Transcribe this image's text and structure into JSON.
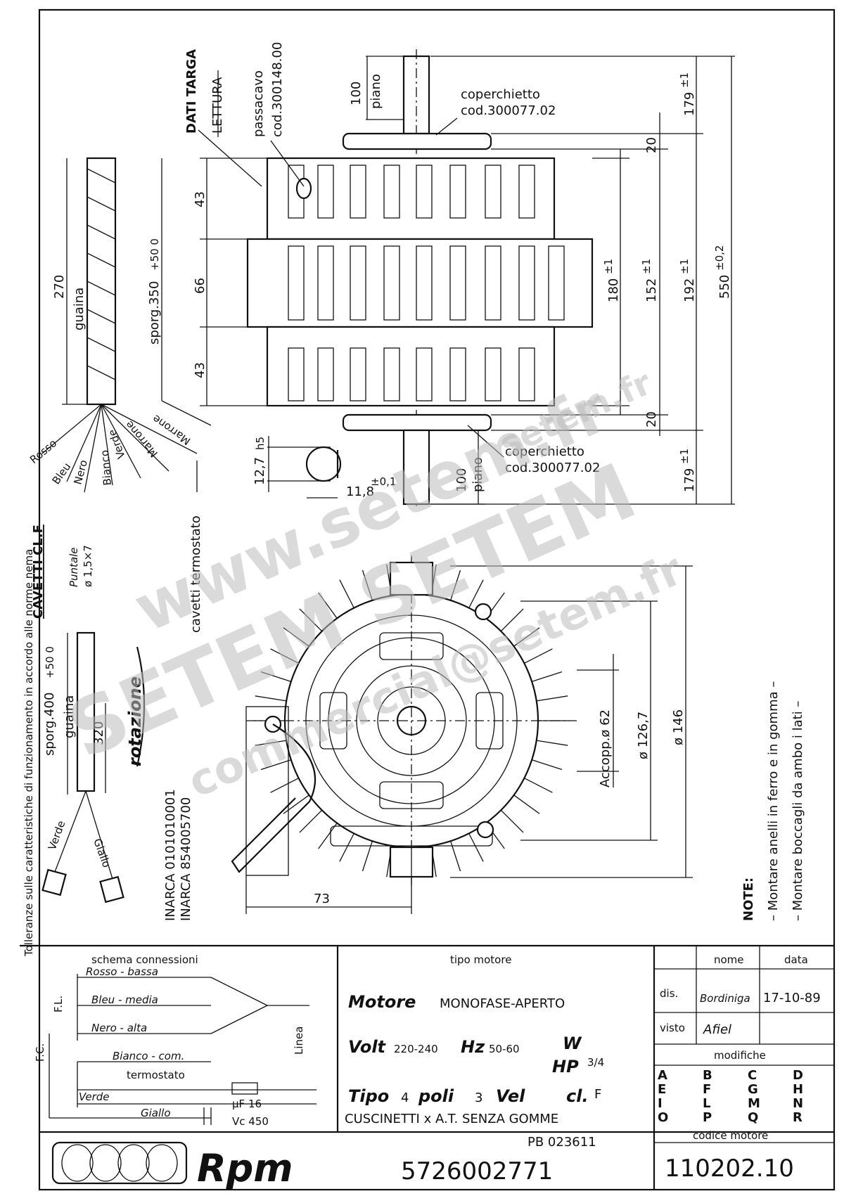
{
  "side_note": "Tolleranze sulle caratteristiche di funzionamento in accordo alle norme nema",
  "notes": {
    "title": "NOTE:",
    "lines": [
      "– Montare anelli in ferro e in gomma –",
      "– Montare boccagli da ambo i lati –"
    ]
  },
  "watermark": {
    "site": "www.setem.fr",
    "brand": "SETEM SETEM",
    "email": "commercial@setem.fr",
    "site_small": "setem.fr"
  },
  "side_view": {
    "dati_targa": "DATI TARGA",
    "lettura": "LETTURA",
    "passacavo": "passacavo",
    "passacavo_code": "cod.300148.00",
    "coperchietto_top": "coperchietto",
    "coperchietto_top_code": "cod.300077.02",
    "coperchietto_bottom": "coperchietto",
    "coperchietto_bottom_code": "cod.300077.02",
    "dim_100_top": "100",
    "piano_top": "piano",
    "dim_100_bottom": "100",
    "piano_bottom": "piano",
    "dim_43_top": "43",
    "dim_66": "66",
    "dim_43_bottom": "43",
    "dim_20_top": "20",
    "dim_20_bottom": "20",
    "dim_180": "180",
    "dim_180_tol": "±1",
    "dim_152": "152",
    "dim_152_tol": "±1",
    "dim_192": "192",
    "dim_192_tol": "±1",
    "dim_550": "550",
    "dim_550_tol": "±0,2",
    "dim_179_top": "179",
    "dim_179_top_tol": "±1",
    "dim_179_bottom": "179",
    "dim_179_bottom_tol": "±1",
    "shaft_dia": "12,7",
    "shaft_dia_tol": "h5",
    "shaft_flat": "11,8",
    "shaft_flat_tol": "±0,1"
  },
  "cable": {
    "dim_270": "270",
    "guaina": "guaina",
    "sporg_350": "sporg.350",
    "sporg_350_tol": "+50 0",
    "wires": [
      "Rosso",
      "Bleu",
      "Nero",
      "Bianco",
      "Verde",
      "Marrone",
      "Marrone"
    ],
    "cavetti": "CAVETTI CL.F",
    "puntale": "Puntale",
    "puntale_size": "ø 1,5×7",
    "cavetti_termostato": "cavetti termostato"
  },
  "cable2": {
    "sporg_400": "sporg.400",
    "sporg_400_tol": "+50 0",
    "guaina": "guaina",
    "dim_320": "320",
    "verde": "Verde",
    "giallo": "Giallo",
    "rotazione": "rotazione",
    "inarca_1": "INARCA 0101010001",
    "inarca_2": "INARCA 854005700"
  },
  "front_view": {
    "dim_73": "73",
    "acopp": "Accopp.ø 62",
    "dia_126": "ø 126,7",
    "dia_146": "ø 146"
  },
  "title_block": {
    "schema": {
      "title": "schema  connessioni",
      "rosso": "Rosso - bassa",
      "bleu": "Bleu - media",
      "nero": "Nero - alta",
      "bianco": "Bianco - com.",
      "termostato": "termostato",
      "verde": "Verde",
      "giallo": "Giallo",
      "linea": "Linea",
      "fl": "F.L.",
      "fc": "F.C.",
      "uf": "μF 16",
      "vc": "Vc  450"
    },
    "tipo_motore": "tipo   motore",
    "motore_label": "Motore",
    "motore_value": "MONOFASE-APERTO",
    "volt_label": "Volt",
    "volt_value": "220-240",
    "hz_label": "Hz",
    "hz_value": "50-60",
    "w_label": "W",
    "hp_label": "HP",
    "hp_value": "3/4",
    "tipo_label": "Tipo",
    "tipo_value": "4",
    "poli_label": "poli",
    "poli_value": "3",
    "vel_label": "Vel",
    "cl_label": "cl.",
    "cl_value": "F",
    "cuscinetti": "CUSCINETTI x A.T.  SENZA GOMME",
    "nome": "nome",
    "data": "data",
    "dis": "dis.",
    "dis_name": "Bordiniga",
    "dis_date": "17-10-89",
    "visto": "visto",
    "visto_name": "Afiel",
    "modifiche": "modifiche",
    "modifiche_letters": [
      [
        "A",
        "B",
        "C",
        "D"
      ],
      [
        "E",
        "F",
        "G",
        "H"
      ],
      [
        "I",
        "L",
        "M",
        "N"
      ],
      [
        "O",
        "P",
        "Q",
        "R"
      ]
    ],
    "logo_text": "Rpm",
    "pb_code": "PB 023611",
    "drawing_number": "5726002771",
    "codice_motore_label": "codice  motore",
    "codice_motore": "110202.10"
  }
}
